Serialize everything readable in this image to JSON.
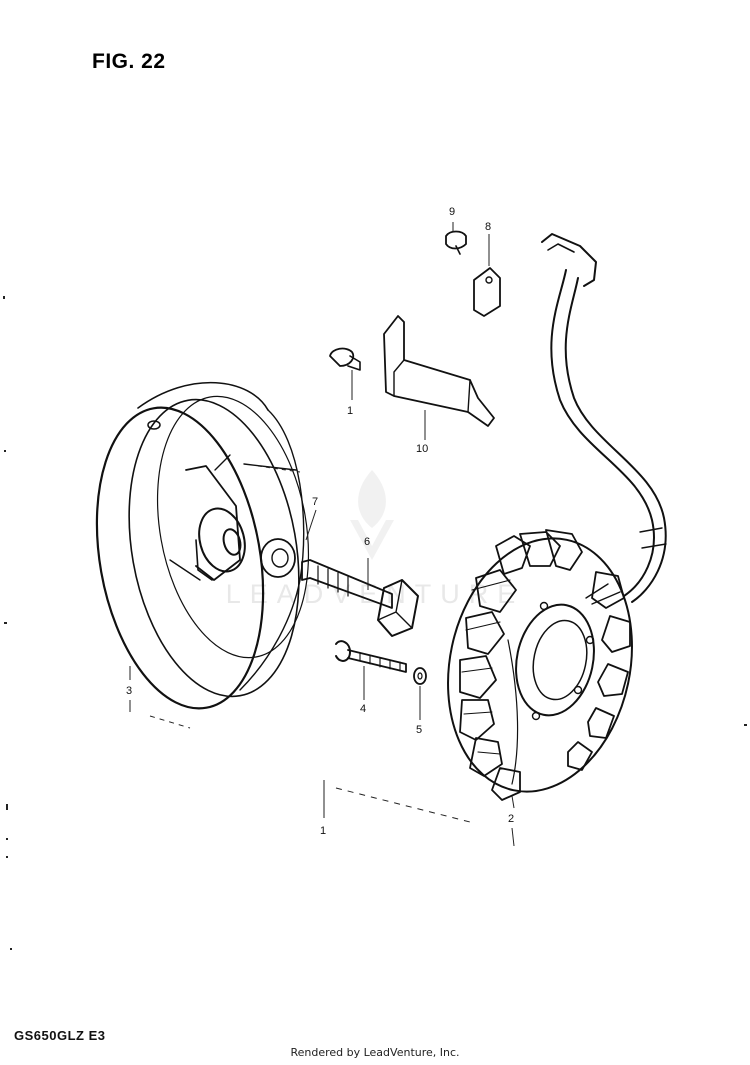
{
  "header": {
    "figure_label": "FIG. 22"
  },
  "footer": {
    "model_code": "GS650GLZ E3",
    "rendered_by": "Rendered by LeadVenture, Inc."
  },
  "watermark": {
    "logo_icon": "leadventure-flame-icon",
    "text": "LEADVENTURE"
  },
  "callouts": {
    "c1a": "1",
    "c1b": "1",
    "c2": "2",
    "c3": "3",
    "c4": "4",
    "c5": "5",
    "c6": "6",
    "c7": "7",
    "c8": "8",
    "c9": "9",
    "c10": "10"
  },
  "colors": {
    "ink": "#111111",
    "background": "#ffffff",
    "watermark": "#e4e4e4"
  }
}
